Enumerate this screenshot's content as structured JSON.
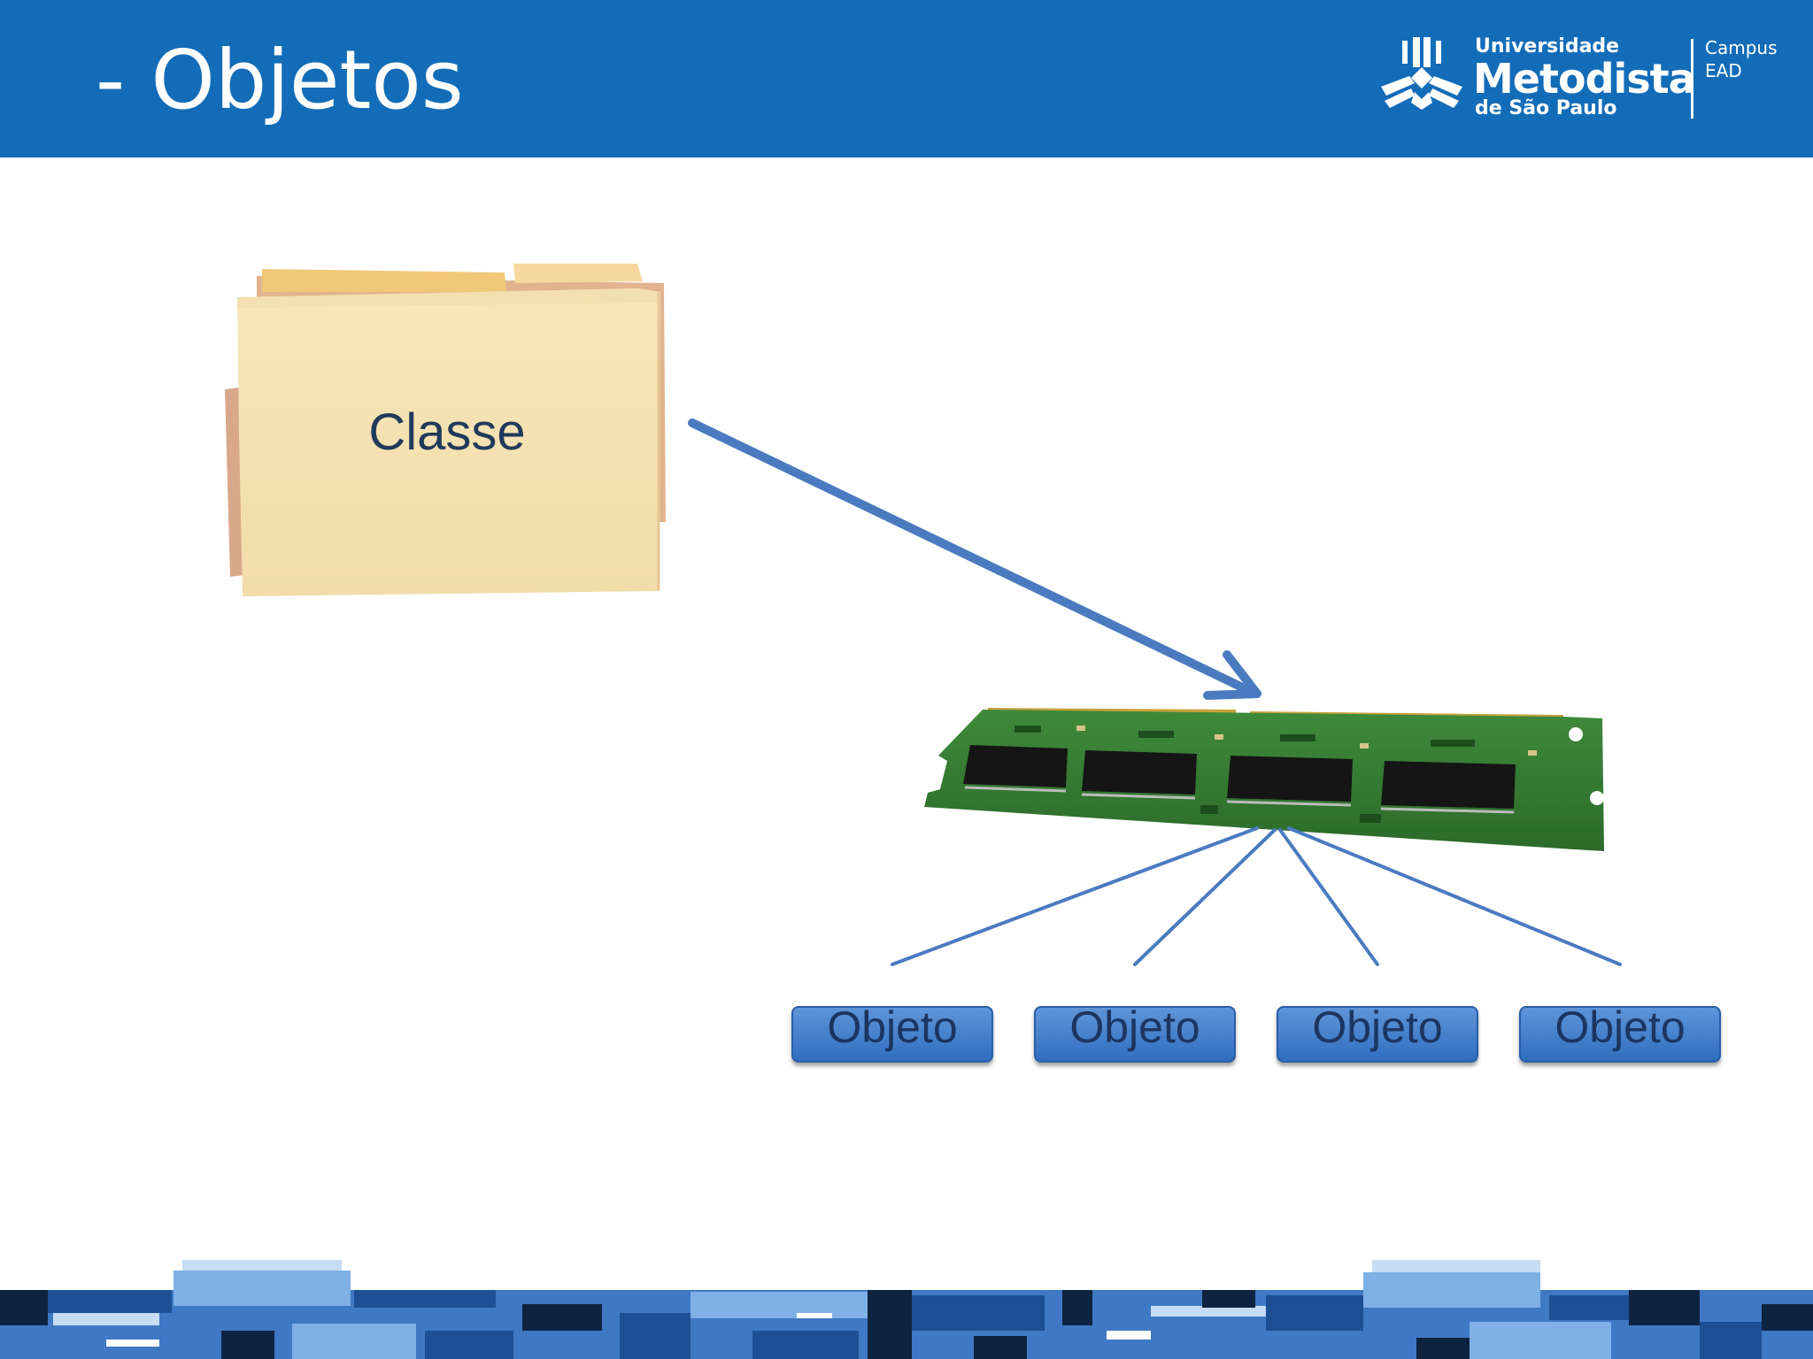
{
  "slide": {
    "title": "- Objetos"
  },
  "logo": {
    "line1": "Universidade",
    "line2": "Metodista",
    "line3": "de São Paulo",
    "campus": "Campus",
    "ead": "EAD"
  },
  "diagram": {
    "class_label": "Classe",
    "objects": [
      {
        "label": "Objeto"
      },
      {
        "label": "Objeto"
      },
      {
        "label": "Objeto"
      },
      {
        "label": "Objeto"
      }
    ]
  },
  "colors": {
    "header_blue": "#136cb8",
    "connector_blue": "#4a7bc0",
    "object_fill": "#3f7fcf",
    "label_dark": "#1f3a5c",
    "folder_fill": "#f6e3b4"
  },
  "icons": {
    "folder": "folder-icon",
    "memory": "memory-module-icon",
    "logo_mark": "university-logo-mark"
  }
}
